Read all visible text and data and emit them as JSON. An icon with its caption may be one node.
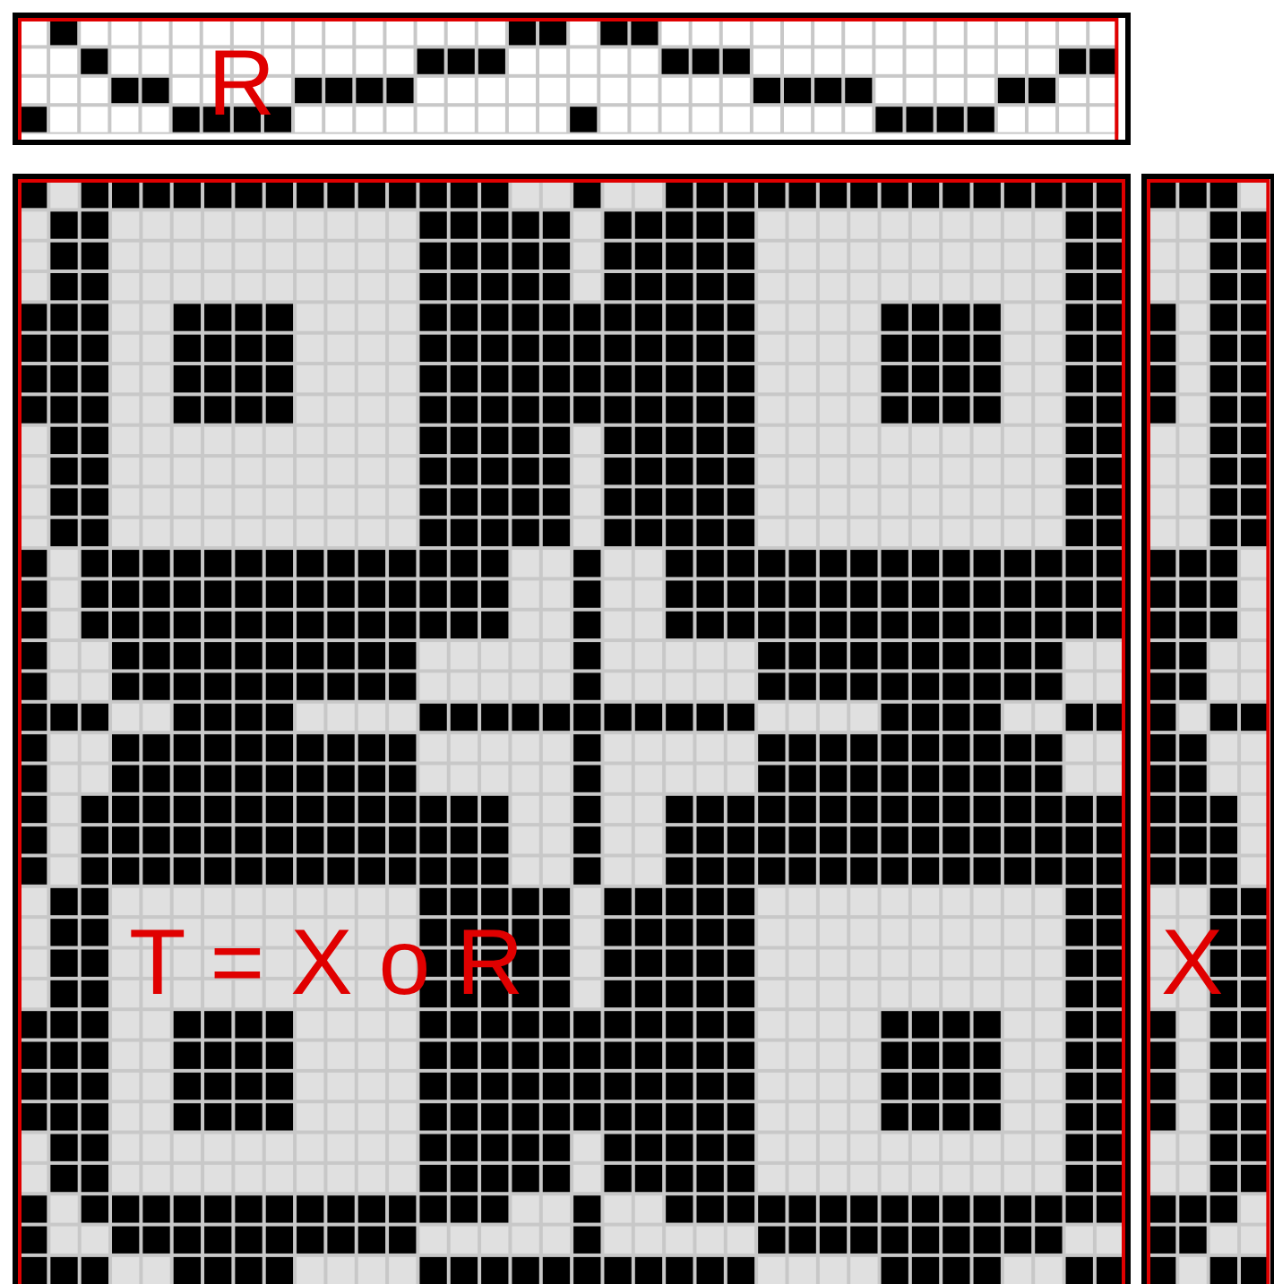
{
  "diagram": {
    "nodes": [
      {
        "text": [
          "R"
        ]
      },
      {
        "text": [
          "T = X o R"
        ]
      },
      {
        "text": [
          "X"
        ]
      }
    ]
  }
}
